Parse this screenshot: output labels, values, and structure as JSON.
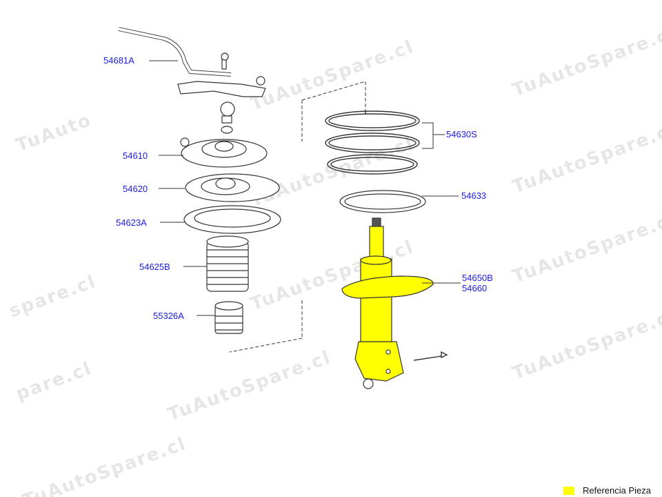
{
  "watermark": "TuAutoSpare.cl",
  "watermark_fragments": [
    "TuAutoSpare.cl",
    "spare.cl",
    "TuAutoSpare.cl",
    "TuAutoSpare.cl",
    "TuAutoSpare.cl",
    "TuAutoSpare.cl",
    "TuAutoSpare.cl",
    "TuAutoSpare.cl",
    "pare.cl",
    "TuAutoSpare.cl",
    "TuAuto",
    "TuAutoSpare.cl"
  ],
  "labels": {
    "p54681A": "54681A",
    "p54610": "54610",
    "p54620": "54620",
    "p54623A": "54623A",
    "p54625B": "54625B",
    "p55326A": "55326A",
    "p54630S": "54630S",
    "p54633": "54633",
    "p54650B": "54650B",
    "p54660": "54660"
  },
  "legend": {
    "label": "Referencia Pieza",
    "color": "#ffff00"
  },
  "colors": {
    "label": "#1a1ae6",
    "highlight": "#ffff00",
    "line": "#333333"
  }
}
